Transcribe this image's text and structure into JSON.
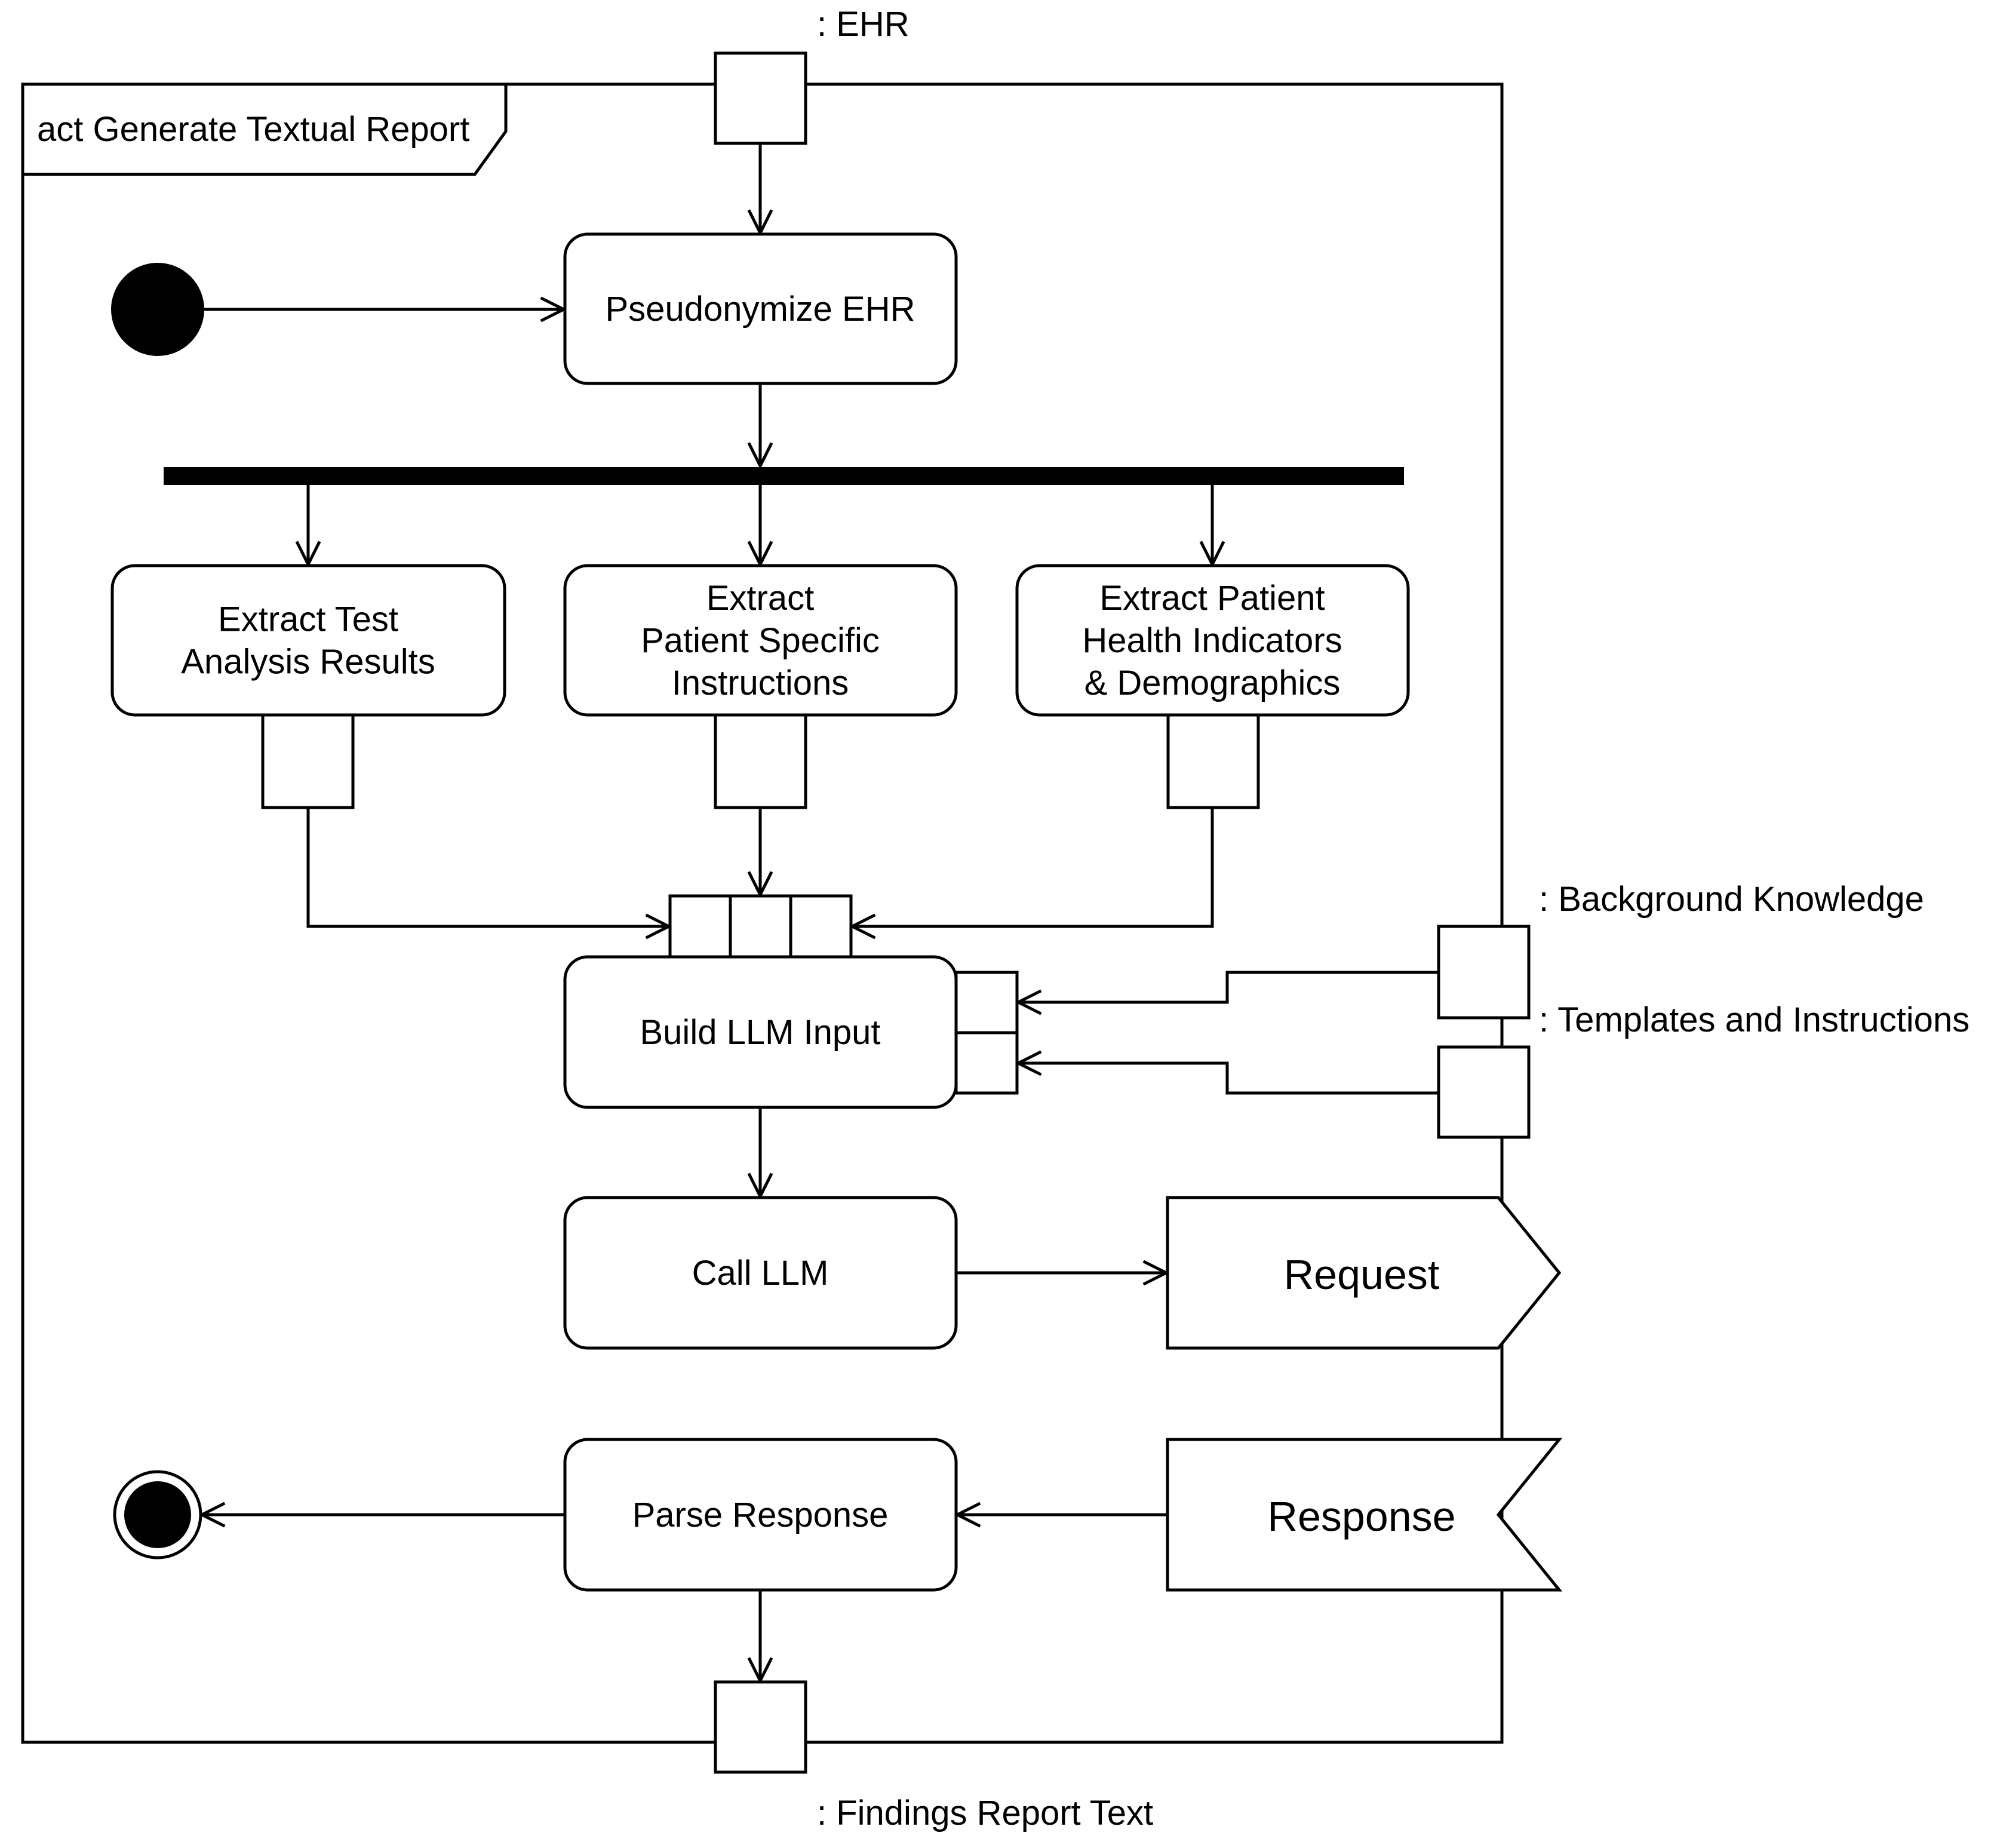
{
  "frame": {
    "title": "act Generate Textual Report"
  },
  "params": {
    "input": ": EHR",
    "output": ": Findings Report Text",
    "background": ": Background Knowledge",
    "templates": ": Templates and Instructions"
  },
  "actions": {
    "pseudonymize": [
      "Pseudonymize EHR"
    ],
    "extract_test": [
      "Extract Test",
      "Analysis Results"
    ],
    "extract_instructions": [
      "Extract",
      "Patient Specific",
      "Instructions"
    ],
    "extract_health": [
      "Extract Patient",
      "Health Indicators",
      "& Demographics"
    ],
    "build": [
      "Build LLM Input"
    ],
    "call": [
      "Call LLM"
    ],
    "parse": [
      "Parse Response"
    ]
  },
  "signals": {
    "send": "Request",
    "receive": "Response"
  },
  "colors": {
    "stroke": "#000000",
    "fill": "#ffffff"
  }
}
